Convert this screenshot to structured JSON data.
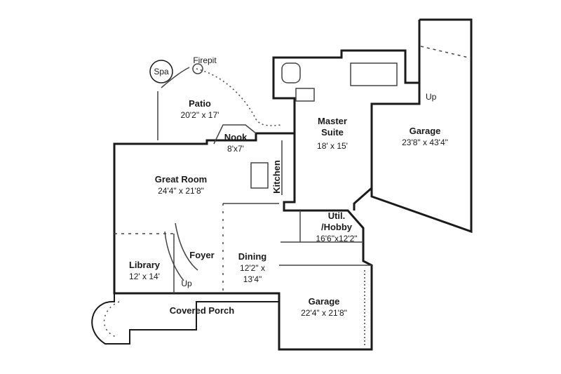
{
  "plan": {
    "colors": {
      "wall": "#1a1a1a",
      "line": "#444444",
      "background": "#ffffff"
    },
    "labels": {
      "spa": "Spa",
      "firepit": "Firepit",
      "patio_name": "Patio",
      "patio_dim": "20'2\" x 17'",
      "nook_name": "Nook",
      "nook_dim": "8'x7'",
      "kitchen_name": "Kitchen",
      "master_name_1": "Master",
      "master_name_2": "Suite",
      "master_dim": "18' x 15'",
      "garage_large_name": "Garage",
      "garage_large_dim": "23'8\" x 43'4\"",
      "up_garage": "Up",
      "great_room_name": "Great Room",
      "great_room_dim": "24'4\" x 21'8\"",
      "util_name_1": "Util.",
      "util_name_2": "/Hobby",
      "util_dim": "16'6\"x12'2\"",
      "library_name": "Library",
      "library_dim": "12' x 14'",
      "foyer_name": "Foyer",
      "up_foyer": "Up",
      "dining_name": "Dining",
      "dining_dim_1": "12'2\" x",
      "dining_dim_2": "13'4\"",
      "porch_name": "Covered Porch",
      "garage_small_name": "Garage",
      "garage_small_dim": "22'4\" x 21'8\""
    }
  }
}
